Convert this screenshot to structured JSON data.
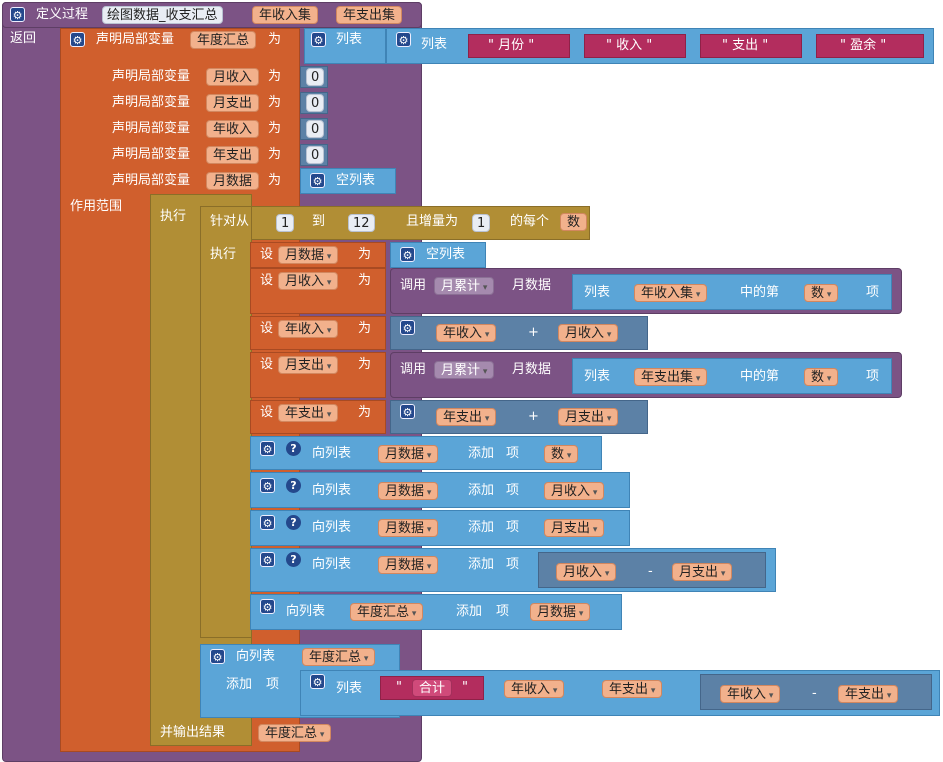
{
  "proc": {
    "define_label": "定义过程",
    "name": "绘图数据_收支汇总",
    "param1": "年收入集",
    "param2": "年支出集",
    "return_label": "返回"
  },
  "decl": {
    "label": "声明局部变量",
    "as": "为",
    "var_summary": "年度汇总",
    "var_month_income": "月收入",
    "var_month_expense": "月支出",
    "var_year_income": "年收入",
    "var_year_expense": "年支出",
    "var_month_data": "月数据",
    "zero": "0",
    "empty_list": "空列表"
  },
  "list_label": "列表",
  "header_texts": [
    "\" 月份 \"",
    "\" 收入 \"",
    "\" 支出 \"",
    "\" 盈余 \""
  ],
  "header_words": [
    "月份",
    "收入",
    "支出",
    "盈余"
  ],
  "scope_label": "作用范围",
  "exec_label": "执行",
  "loop": {
    "for_from": "针对从",
    "from": "1",
    "to_label": "到",
    "to": "12",
    "step_label": "且增量为",
    "step": "1",
    "each_label": "的每个",
    "var": "数"
  },
  "set": {
    "set": "设",
    "as": "为",
    "call": "调用",
    "proc": "月累计",
    "param": "月数据",
    "item_of": "中的第",
    "item": "项",
    "plus": "+",
    "minus": "-"
  },
  "append": {
    "to_list": "向列表",
    "add": "添加",
    "item": "项"
  },
  "total_label": "合计",
  "output_label": "并输出结果"
}
